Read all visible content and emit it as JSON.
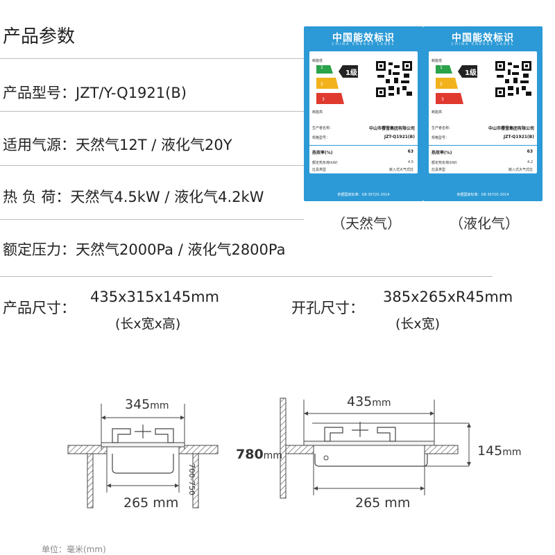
{
  "title": "产品参数",
  "rows": {
    "model": {
      "label": "产品型号：",
      "value": "JZT/Y-Q1921(B)"
    },
    "gas": {
      "label": "适用气源：",
      "value": "天然气12T / 液化气20Y"
    },
    "heat": {
      "label": "热 负 荷：",
      "value": "天然气4.5kW / 液化气4.2kW"
    },
    "pressure": {
      "label": "额定压力：",
      "value": "天然气2000Pa / 液化气2800Pa"
    }
  },
  "size": {
    "label": "产品尺寸：",
    "value": "435x315x145mm",
    "note": "(长x宽x高)"
  },
  "cutout": {
    "label": "开孔尺寸：",
    "value": "385x265xR45mm",
    "note": "(长x宽)"
  },
  "labels": [
    {
      "header": "中国能效标识",
      "header_en": "CHINA  ENERGY  LABEL",
      "low": "耗能低",
      "high": "耗能高",
      "grades": [
        "1",
        "2",
        "3"
      ],
      "level": "1级",
      "maker_label": "生产者名称：",
      "maker": "中山市樱雪集团有限公司",
      "model_label": "规格型号：",
      "model": "JZT-Q1921(B)",
      "eff_label": "热效率(%)",
      "eff": "63",
      "load_label": "额定热负荷(kW)",
      "load": "4.5",
      "type_label": "灶具类型",
      "type": "嵌入式大气式灶",
      "standard": "依据国家标准：GB 30720–2014",
      "caption": "（天然气）"
    },
    {
      "header": "中国能效标识",
      "header_en": "CHINA  ENERGY  LABEL",
      "low": "耗能低",
      "high": "耗能高",
      "grades": [
        "1",
        "2",
        "3"
      ],
      "level": "1级",
      "maker_label": "生产者名称：",
      "maker": "中山市樱雪集团有限公司",
      "model_label": "规格型号：",
      "model": "JZT-Q1921(B)",
      "eff_label": "热效率(%)",
      "eff": "63",
      "load_label": "额定热负荷(kW)",
      "load": "4.2",
      "type_label": "灶具类型",
      "type": "嵌入式大气式灶",
      "standard": "依据国家标准：GB 30720–2014",
      "caption": "（液化气）"
    }
  ],
  "drawing": {
    "left_top": "345",
    "left_bottom": "265 mm",
    "left_side": "700-750",
    "right_top": "435",
    "right_bottom": "265 mm",
    "right_height": "145",
    "right_left": "780",
    "unit_suffix": "mm"
  },
  "unit_note": "单位：毫米(mm)"
}
